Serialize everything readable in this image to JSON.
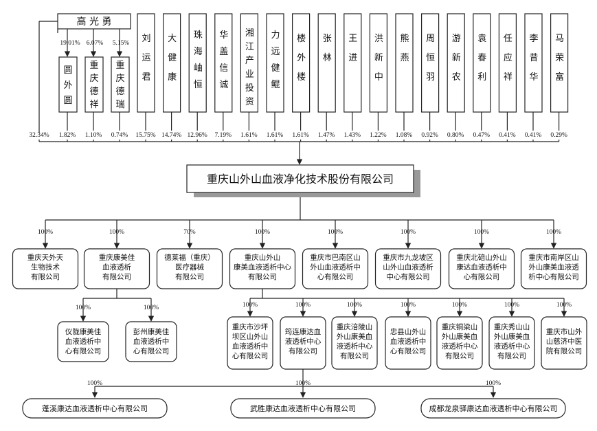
{
  "top_owner": {
    "name": "高光勇",
    "pct_direct": "32.34%"
  },
  "owner_subs": [
    {
      "name": "圆外圆",
      "pct_from_owner": "19.01%",
      "pct": "1.82%"
    },
    {
      "name": "重庆德祥",
      "pct_from_owner": "6.07%",
      "pct": "1.10%"
    },
    {
      "name": "重庆德瑞",
      "pct_from_owner": "5.15%",
      "pct": "0.74%"
    }
  ],
  "shareholders": [
    {
      "name": "刘运君",
      "pct": "15.75%"
    },
    {
      "name": "大健康",
      "pct": "14.74%"
    },
    {
      "name": "珠海岫恒",
      "pct": "12.96%"
    },
    {
      "name": "华盖信诚",
      "pct": "7.19%"
    },
    {
      "name": "湘江产业投资",
      "pct": "1.61%"
    },
    {
      "name": "力远健鲲",
      "pct": "1.61%"
    },
    {
      "name": "楼外楼",
      "pct": "1.61%"
    },
    {
      "name": "张林",
      "pct": "1.47%"
    },
    {
      "name": "王进",
      "pct": "1.43%"
    },
    {
      "name": "洪新中",
      "pct": "1.22%"
    },
    {
      "name": "熊燕",
      "pct": "1.08%"
    },
    {
      "name": "周恒羽",
      "pct": "0.92%"
    },
    {
      "name": "游新农",
      "pct": "0.80%"
    },
    {
      "name": "袁春利",
      "pct": "0.47%"
    },
    {
      "name": "任应祥",
      "pct": "0.41%"
    },
    {
      "name": "李昔华",
      "pct": "0.41%"
    },
    {
      "name": "马荣富",
      "pct": "0.29%"
    }
  ],
  "company": {
    "name": "重庆山外山血液净化技术股份有限公司"
  },
  "subsidiaries": [
    {
      "pct": "100%",
      "lines": [
        "重庆天外天",
        "生物技术",
        "有限公司"
      ]
    },
    {
      "pct": "100%",
      "lines": [
        "重庆康美佳",
        "血液透析",
        "有限公司"
      ]
    },
    {
      "pct": "70%",
      "lines": [
        "德莱福（重庆）",
        "医疗器械",
        "有限公司"
      ]
    },
    {
      "pct": "100%",
      "lines": [
        "重庆山外山",
        "康美血液透析中心",
        "有限公司"
      ]
    },
    {
      "pct": "100%",
      "lines": [
        "重庆市巴南区山",
        "外山血液透析中",
        "心有限公司"
      ]
    },
    {
      "pct": "100%",
      "lines": [
        "重庆市九龙坡区",
        "山外山血液透析",
        "中心有限公司"
      ]
    },
    {
      "pct": "100%",
      "lines": [
        "重庆北碚山外山",
        "康达血液透析中",
        "心有限公司"
      ]
    },
    {
      "pct": "100%",
      "lines": [
        "重庆市南岸区山",
        "外山康美血液透",
        "析中心有限公司"
      ]
    }
  ],
  "kangmeijia_subs": [
    {
      "pct": "100%",
      "lines": [
        "仪陇康美佳",
        "血液透析中",
        "心有限公司"
      ]
    },
    {
      "pct": "100%",
      "lines": [
        "彭州康美佳",
        "血液透析中",
        "心有限公司"
      ]
    }
  ],
  "kangmei_center_subs": [
    {
      "pct": "100%",
      "lines": [
        "重庆市沙坪",
        "坝区山外山",
        "血液透析中",
        "心有限公司"
      ]
    },
    {
      "pct": "100%",
      "lines": [
        "筠连康达血",
        "液透析中心",
        "有限公司"
      ]
    },
    {
      "pct": "100%",
      "lines": [
        "重庆涪陵山",
        "外山康美血",
        "液透析中心",
        "有限公司"
      ]
    },
    {
      "pct": "100%",
      "lines": [
        "忠县山外山",
        "血液透析中",
        "心有限公司"
      ]
    },
    {
      "pct": "100%",
      "lines": [
        "重庆铜梁山",
        "外山康美血",
        "液透析中心",
        "有限公司"
      ]
    },
    {
      "pct": "100%",
      "lines": [
        "重庆秀山山",
        "外山康美血",
        "液透析中心",
        "有限公司"
      ]
    },
    {
      "pct": "100%",
      "lines": [
        "重庆市山外",
        "山慈济中医",
        "院有限公司"
      ]
    }
  ],
  "bottom_companies": [
    {
      "pct": "100%",
      "name": "蓬溪康达血液透析中心有限公司"
    },
    {
      "pct": "100%",
      "name": "武胜康达血液透析中心有限公司"
    },
    {
      "pct": "100%",
      "name": "成都龙泉驿康达血液透析中心有限公司"
    }
  ]
}
